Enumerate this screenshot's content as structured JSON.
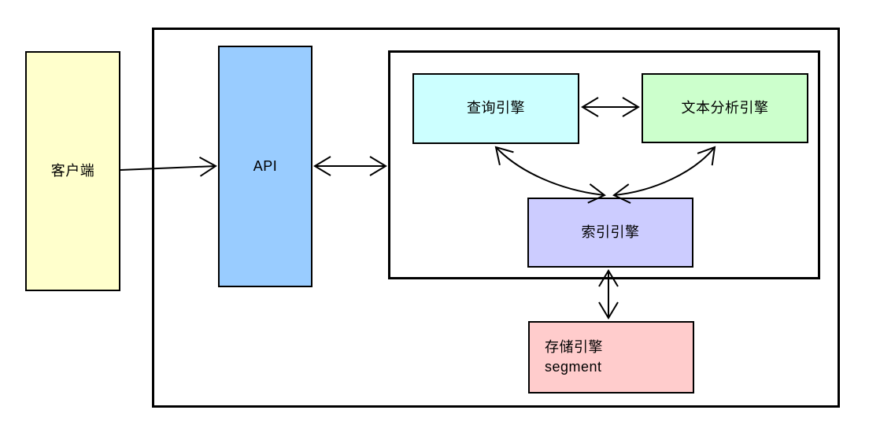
{
  "diagram": {
    "type": "architecture-block-diagram",
    "background": "#ffffff",
    "line_color": "#000000",
    "nodes": {
      "client": {
        "label": "客户端",
        "fill": "#FFFFCC"
      },
      "api": {
        "label": "API",
        "fill": "#99CCFF"
      },
      "query_engine": {
        "label": "查询引擎",
        "fill": "#CCFFFF"
      },
      "text_engine": {
        "label": "文本分析引擎",
        "fill": "#CCFFCC"
      },
      "index_engine": {
        "label": "索引引擎",
        "fill": "#CCCCFF"
      },
      "storage_engine": {
        "label_line1": "存储引擎",
        "label_line2": "segment",
        "fill": "#FFCCCC"
      }
    },
    "edges": [
      {
        "from": "client",
        "to": "api",
        "direction": "one-way"
      },
      {
        "from": "api",
        "to": "engine-group",
        "direction": "two-way"
      },
      {
        "from": "query_engine",
        "to": "text_engine",
        "direction": "two-way"
      },
      {
        "from": "query_engine",
        "to": "index_engine",
        "direction": "two-way"
      },
      {
        "from": "text_engine",
        "to": "index_engine",
        "direction": "two-way"
      },
      {
        "from": "index_engine",
        "to": "storage_engine",
        "direction": "two-way"
      }
    ]
  }
}
